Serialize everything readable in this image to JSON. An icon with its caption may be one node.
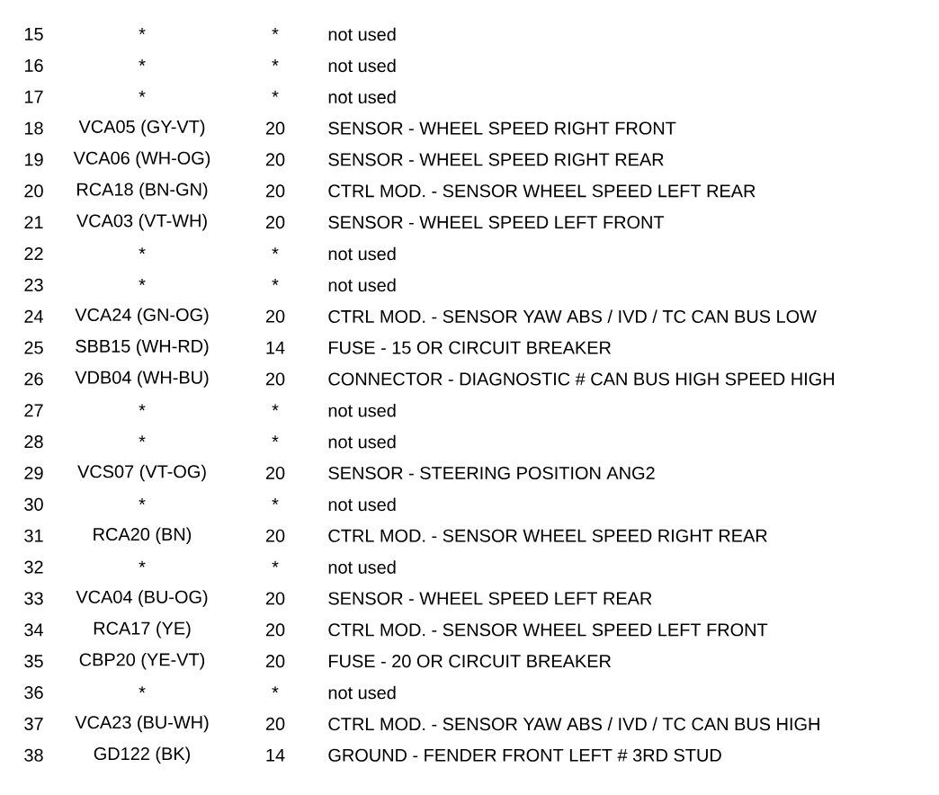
{
  "diagram": {
    "labels": [
      "15",
      "*",
      "*",
      "not used",
      "16",
      "*",
      "*",
      "not used",
      "17",
      "*",
      "*",
      "not used",
      "18",
      "VCA05 (GY-VT)",
      "20",
      "SENSOR - WHEEL SPEED RIGHT FRONT",
      "19",
      "VCA06 (WH-OG)",
      "20",
      "SENSOR - WHEEL SPEED RIGHT REAR",
      "20",
      "RCA18 (BN-GN)",
      "20",
      "CTRL MOD. - SENSOR WHEEL SPEED LEFT REAR",
      "21",
      "VCA03 (VT-WH)",
      "20",
      "SENSOR - WHEEL SPEED LEFT FRONT",
      "22",
      "*",
      "*",
      "not used",
      "23",
      "*",
      "*",
      "not used",
      "24",
      "VCA24 (GN-OG)",
      "20",
      "CTRL MOD. - SENSOR YAW ABS / IVD / TC CAN BUS LOW",
      "25",
      "SBB15 (WH-RD)",
      "14",
      "FUSE - 15 OR CIRCUIT BREAKER",
      "26",
      "VDB04 (WH-BU)",
      "20",
      "CONNECTOR - DIAGNOSTIC # CAN BUS HIGH SPEED HIGH",
      "27",
      "*",
      "*",
      "not used",
      "28",
      "*",
      "*",
      "not used",
      "29",
      "VCS07 (VT-OG)",
      "20",
      "SENSOR - STEERING POSITION ANG2",
      "30",
      "*",
      "*",
      "not used",
      "31",
      "RCA20 (BN)",
      "20",
      "CTRL MOD. - SENSOR WHEEL SPEED RIGHT REAR",
      "32",
      "*",
      "*",
      "not used",
      "33",
      "VCA04 (BU-OG)",
      "20",
      "SENSOR - WHEEL SPEED LEFT REAR",
      "34",
      "RCA17 (YE)",
      "20",
      "CTRL MOD. - SENSOR WHEEL SPEED LEFT FRONT",
      "35",
      "CBP20 (YE-VT)",
      "20",
      "FUSE - 20 OR CIRCUIT BREAKER",
      "36",
      "*",
      "*",
      "not used",
      "37",
      "VCA23 (BU-WH)",
      "20",
      "CTRL MOD. - SENSOR YAW ABS / IVD / TC CAN BUS HIGH",
      "38",
      "GD122 (BK)",
      "14",
      "GROUND - FENDER FRONT LEFT # 3RD STUD"
    ]
  }
}
